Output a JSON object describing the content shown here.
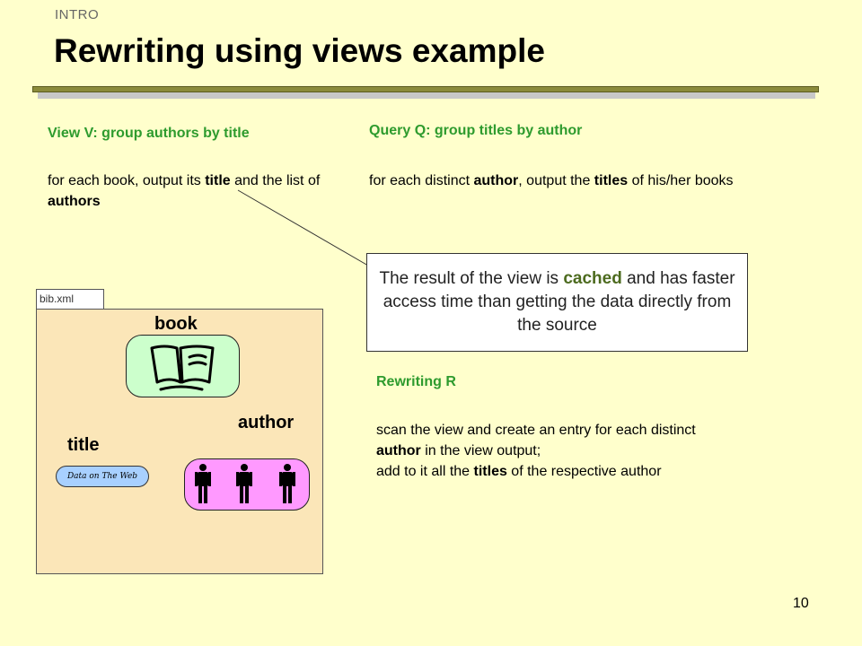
{
  "slide": {
    "section_label": "INTRO",
    "title": "Rewriting using views example",
    "page_number": "10"
  },
  "view": {
    "heading": "View V: group authors by title",
    "body_prefix": "for each book, output its ",
    "body_bold1": "title",
    "body_mid": " and the list of ",
    "body_bold2": "authors"
  },
  "query": {
    "heading": "Query Q: group titles by author",
    "body_prefix": "for each distinct ",
    "body_bold1": "author",
    "body_mid": ", output the ",
    "body_bold2": "titles",
    "body_suffix": " of his/her books"
  },
  "callout": {
    "prefix": "The result of the view is ",
    "bold": "cached",
    "suffix": " and has faster access time than getting the data directly from the source"
  },
  "rewriting": {
    "heading": "Rewriting R",
    "line1": "scan the view and create an entry for each distinct",
    "bold1": "author",
    "line2_suffix": " in the view output;",
    "line3_prefix": "add to it all the ",
    "bold2": "titles",
    "line3_suffix": " of the respective author"
  },
  "diagram": {
    "file_name": "bib.xml",
    "book_label": "book",
    "author_label": "author",
    "title_label": "title",
    "title_node_text": "Data on The Web",
    "icons": [
      "book-icon",
      "person-icon",
      "person-icon",
      "person-icon"
    ]
  },
  "colors": {
    "background": "#ffffcc",
    "heading_green": "#2e9b2e",
    "title_bar": "#8b8b3a",
    "book_node": "#ccffcc",
    "authors_node": "#ff99ff",
    "title_node": "#a8d0ff",
    "file_box": "#fbe6b8"
  }
}
